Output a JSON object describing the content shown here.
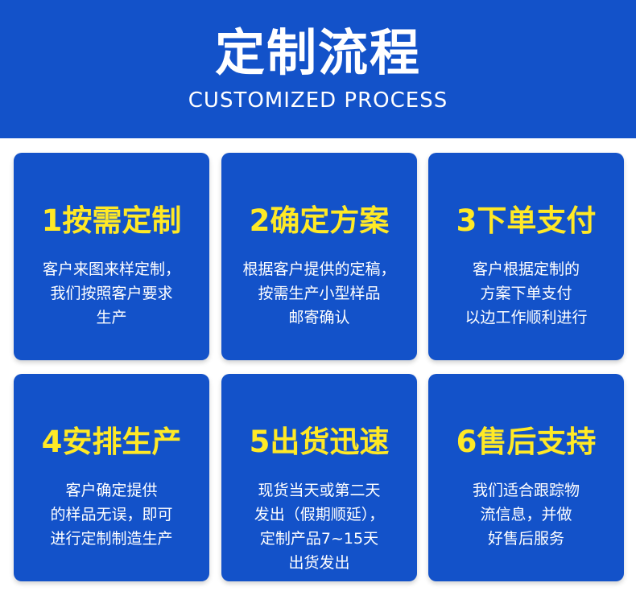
{
  "header": {
    "title": "定制流程",
    "subtitle": "CUSTOMIZED PROCESS"
  },
  "steps": [
    {
      "title": "1按需定制",
      "lines": [
        "客户来图来样定制，",
        "我们按照客户要求",
        "生产"
      ]
    },
    {
      "title": "2确定方案",
      "lines": [
        "根据客户提供的定稿，",
        "按需生产小型样品",
        "邮寄确认"
      ]
    },
    {
      "title": "3下单支付",
      "lines": [
        "客户根据定制的",
        "方案下单支付",
        "以边工作顺利进行"
      ]
    },
    {
      "title": "4安排生产",
      "lines": [
        "客户确定提供",
        "的样品无误，即可",
        "进行定制制造生产"
      ]
    },
    {
      "title": "5出货迅速",
      "lines": [
        "现货当天或第二天",
        "发出（假期顺延），",
        "定制产品7~15天",
        "出货发出"
      ]
    },
    {
      "title": "6售后支持",
      "lines": [
        "我们适合跟踪物",
        "流信息，并做",
        "好售后服务"
      ]
    }
  ],
  "colors": {
    "panel_blue": "#1352c9",
    "title_yellow": "#ffe926",
    "text_white": "#ffffff"
  }
}
